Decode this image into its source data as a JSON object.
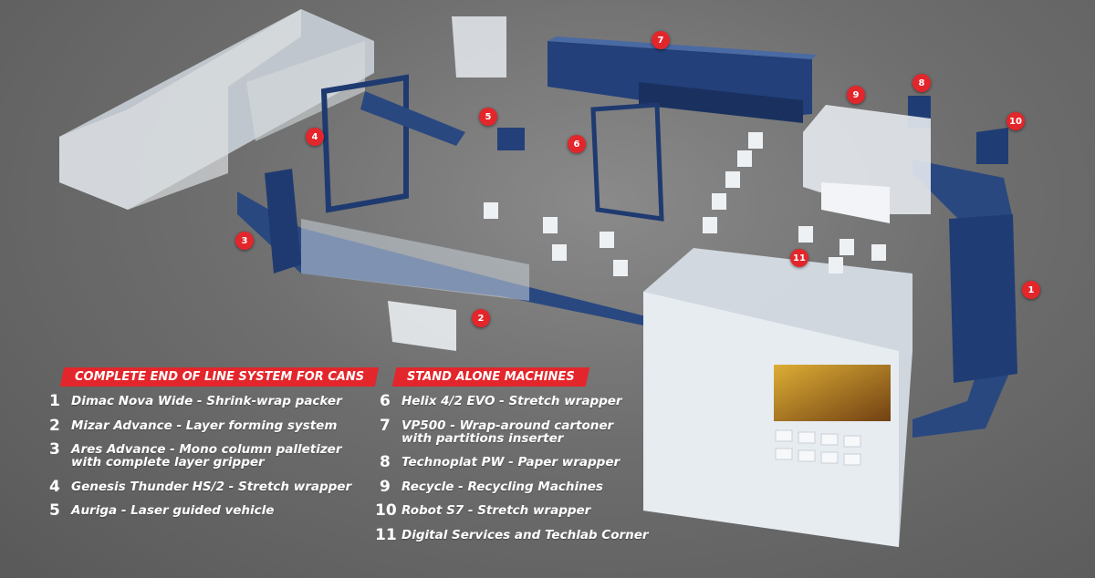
{
  "colors": {
    "accent": "#e3262b",
    "machine": "#1f3d74",
    "glass": "#dfe6ee"
  },
  "markers": [
    "1",
    "2",
    "3",
    "4",
    "5",
    "6",
    "7",
    "8",
    "9",
    "10",
    "11"
  ],
  "legend": {
    "left": {
      "title": "COMPLETE END OF LINE SYSTEM FOR CANS",
      "items": [
        {
          "num": "1",
          "line1": "Dimac Nova Wide - Shrink-wrap packer",
          "line2": ""
        },
        {
          "num": "2",
          "line1": "Mizar Advance - Layer forming system",
          "line2": ""
        },
        {
          "num": "3",
          "line1": "Ares Advance - Mono column palletizer",
          "line2": "with complete layer gripper"
        },
        {
          "num": "4",
          "line1": "Genesis Thunder HS/2 - Stretch wrapper",
          "line2": ""
        },
        {
          "num": "5",
          "line1": "Auriga - Laser guided vehicle",
          "line2": ""
        }
      ]
    },
    "right": {
      "title": "STAND ALONE MACHINES",
      "items": [
        {
          "num": "6",
          "line1": "Helix 4/2 EVO - Stretch wrapper",
          "line2": ""
        },
        {
          "num": "7",
          "line1": "VP500 - Wrap-around cartoner",
          "line2": "with partitions inserter"
        },
        {
          "num": "8",
          "line1": "Technoplat PW - Paper wrapper",
          "line2": ""
        },
        {
          "num": "9",
          "line1": "Recycle - Recycling Machines",
          "line2": ""
        },
        {
          "num": "10",
          "line1": "Robot S7 - Stretch wrapper",
          "line2": ""
        },
        {
          "num": "11",
          "line1": "Digital Services and Techlab Corner",
          "line2": ""
        }
      ]
    }
  }
}
